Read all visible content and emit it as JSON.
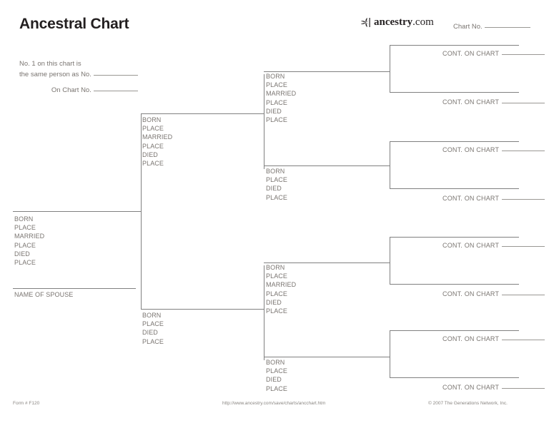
{
  "header": {
    "title": "Ancestral Chart",
    "logo": {
      "icon": "ancestry-leaf-icon",
      "brand": "ancestry",
      "tld": ".com"
    },
    "chart_no_label": "Chart No.",
    "note_line1": "No. 1 on this chart is",
    "note_line2": "the same person as No.",
    "note_line3": "On Chart No."
  },
  "labels": {
    "born": "BORN",
    "place": "PLACE",
    "married": "MARRIED",
    "died": "DIED",
    "name_of_spouse": "NAME OF SPOUSE",
    "cont_on_chart": "CONT. ON CHART"
  },
  "person1": {
    "fields": [
      "BORN",
      "PLACE",
      "MARRIED",
      "PLACE",
      "DIED",
      "PLACE"
    ],
    "spouse_label": "NAME OF SPOUSE"
  },
  "generation2": [
    {
      "fields": [
        "BORN",
        "PLACE",
        "MARRIED",
        "PLACE",
        "DIED",
        "PLACE"
      ]
    },
    {
      "fields": [
        "BORN",
        "PLACE",
        "DIED",
        "PLACE"
      ]
    }
  ],
  "generation3": [
    {
      "fields": [
        "BORN",
        "PLACE",
        "MARRIED",
        "PLACE",
        "DIED",
        "PLACE"
      ]
    },
    {
      "fields": [
        "BORN",
        "PLACE",
        "DIED",
        "PLACE"
      ]
    },
    {
      "fields": [
        "BORN",
        "PLACE",
        "MARRIED",
        "PLACE",
        "DIED",
        "PLACE"
      ]
    },
    {
      "fields": [
        "BORN",
        "PLACE",
        "DIED",
        "PLACE"
      ]
    }
  ],
  "generation4": [
    {
      "top": "CONT. ON CHART",
      "bottom": "CONT. ON CHART"
    },
    {
      "top": "CONT. ON CHART",
      "bottom": "CONT. ON CHART"
    },
    {
      "top": "CONT. ON CHART",
      "bottom": "CONT. ON CHART"
    },
    {
      "top": "CONT. ON CHART",
      "bottom": "CONT. ON CHART"
    }
  ],
  "footer": {
    "form_number": "Form # F120",
    "url": "http://www.ancestry.com/save/charts/ancchart.htm",
    "copyright": "© 2007 The Generations Network, Inc."
  },
  "colors": {
    "text": "#7a7571",
    "title": "#231f20",
    "rule": "#808080",
    "blank_rule": "#9a9894",
    "background": "#ffffff"
  }
}
